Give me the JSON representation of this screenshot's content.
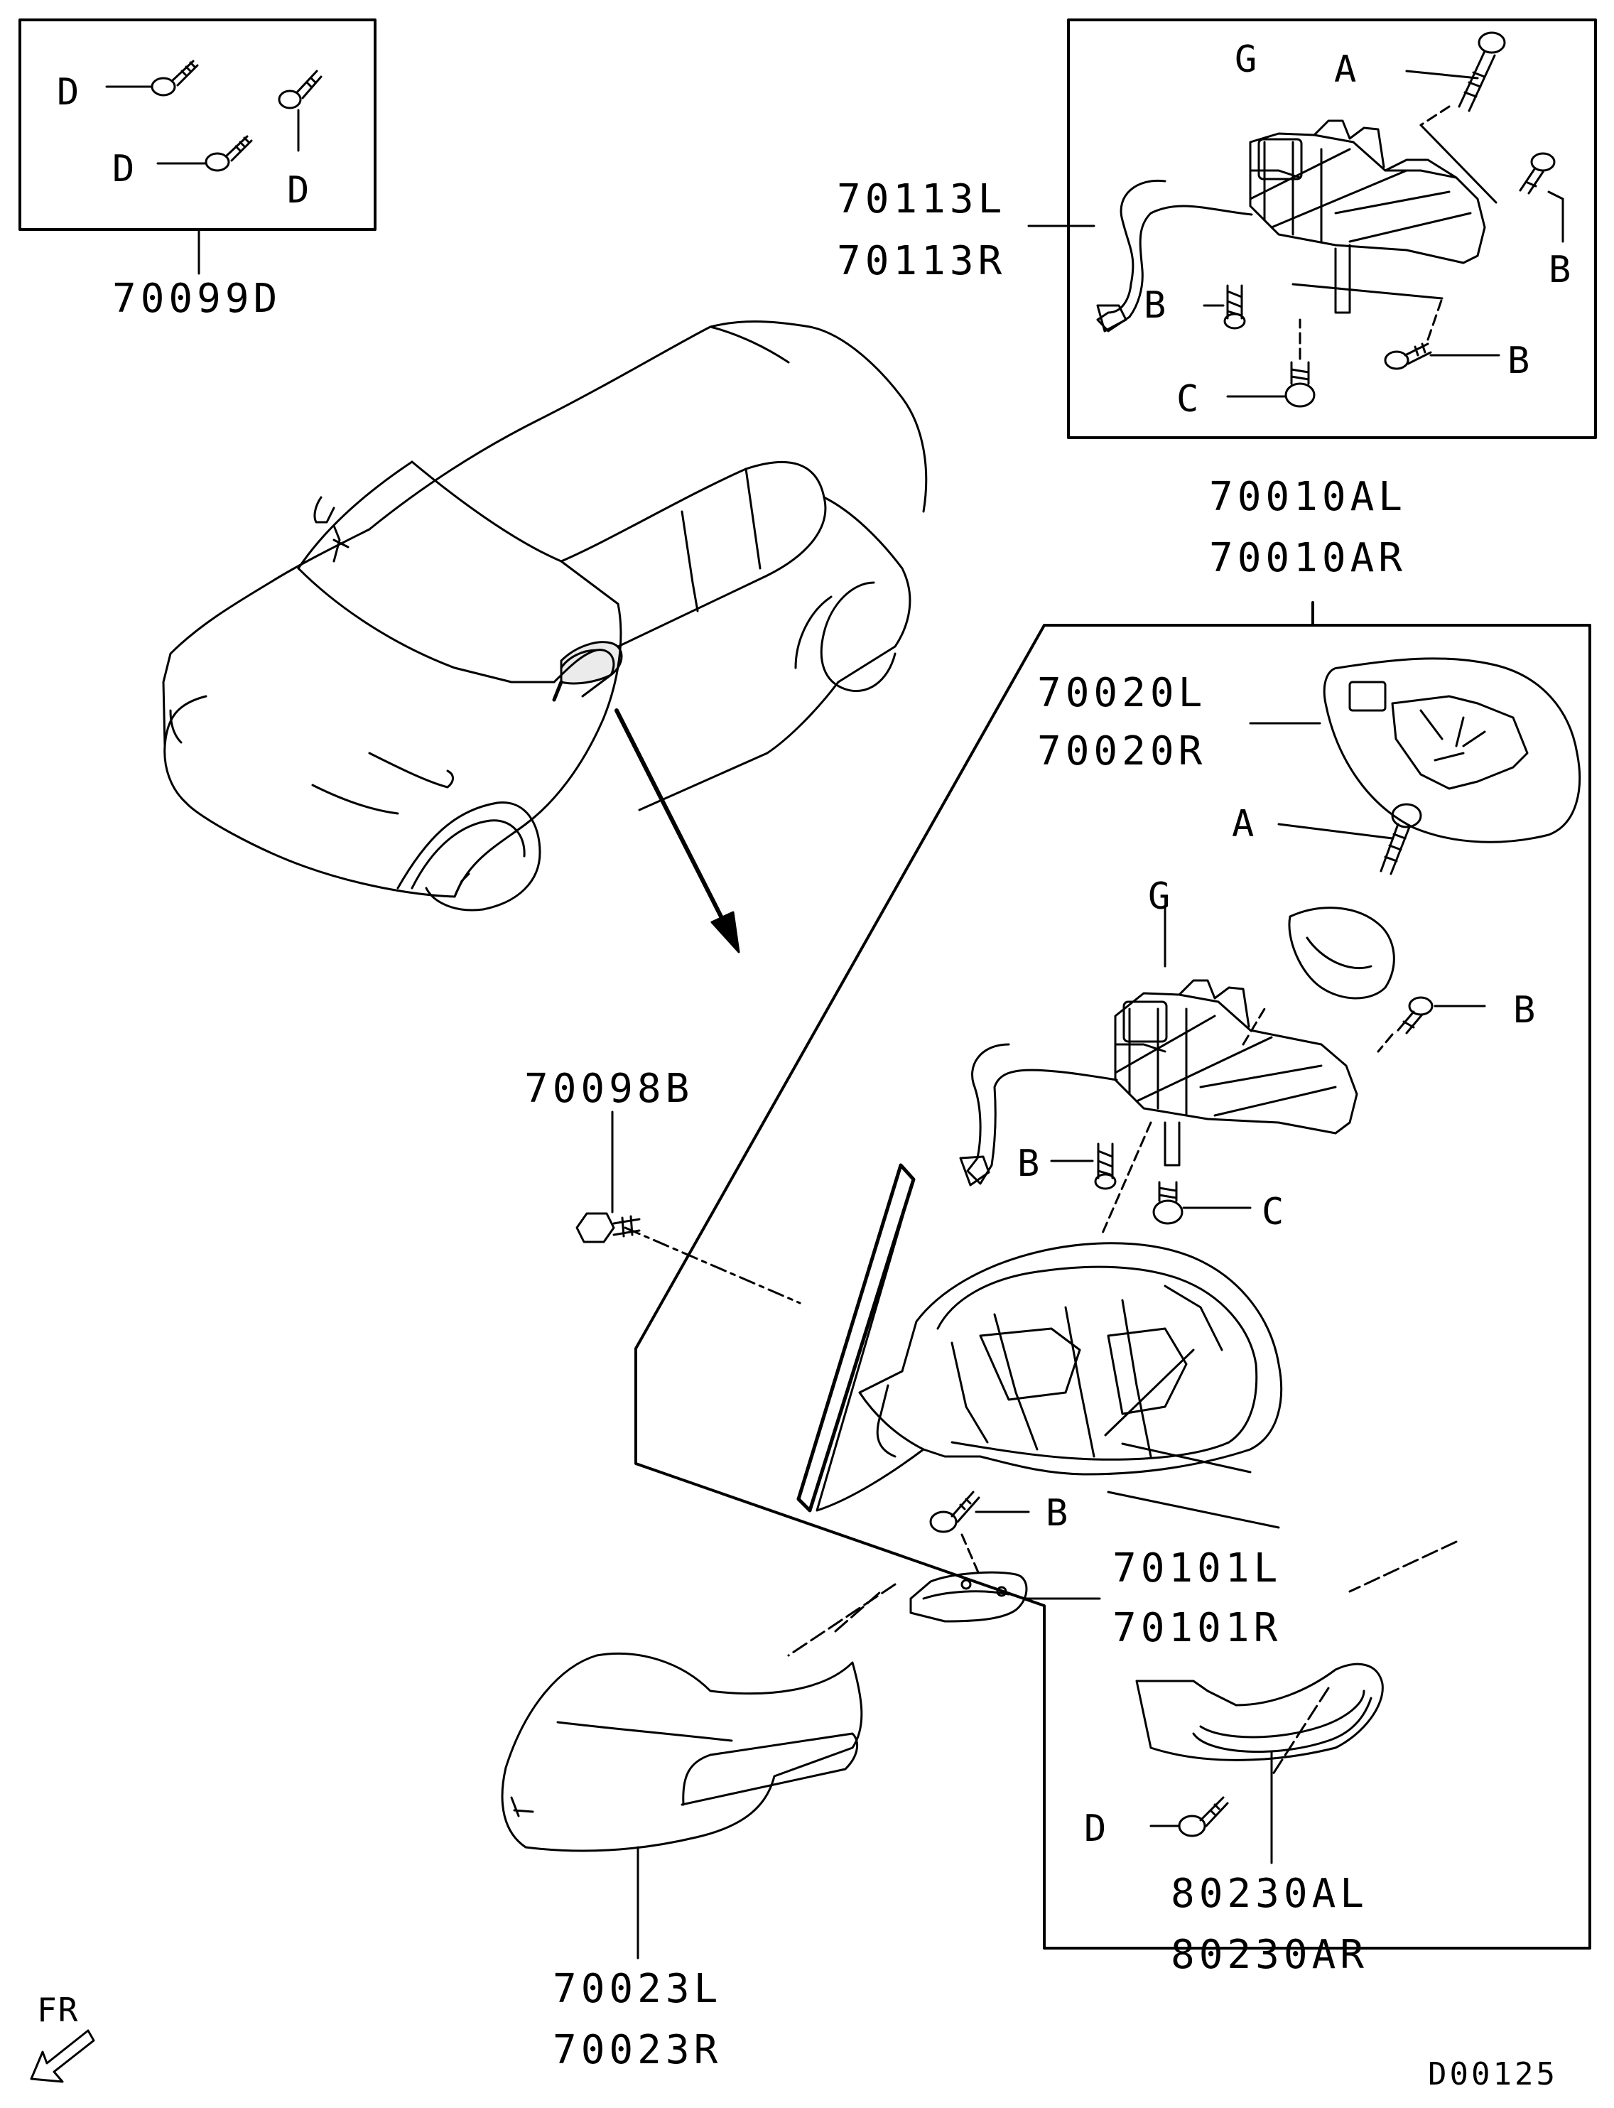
{
  "part_numbers": {
    "screws_kit": "70099D",
    "actuator_l": "70113L",
    "actuator_r": "70113R",
    "mirror_assy_l": "70010AL",
    "mirror_assy_r": "70010AR",
    "glass_l": "70020L",
    "glass_r": "70020R",
    "bolt": "70098B",
    "garnish_l": "70101L",
    "garnish_r": "70101R",
    "cover_l": "70023L",
    "cover_r": "70023R",
    "side_lamp_l": "80230AL",
    "side_lamp_r": "80230AR"
  },
  "letters": {
    "a": "A",
    "b": "B",
    "c": "C",
    "d": "D",
    "g": "G"
  },
  "front_indicator": "FR",
  "diagram_code": "D00125",
  "colors": {
    "line": "#000000",
    "background": "#ffffff"
  }
}
